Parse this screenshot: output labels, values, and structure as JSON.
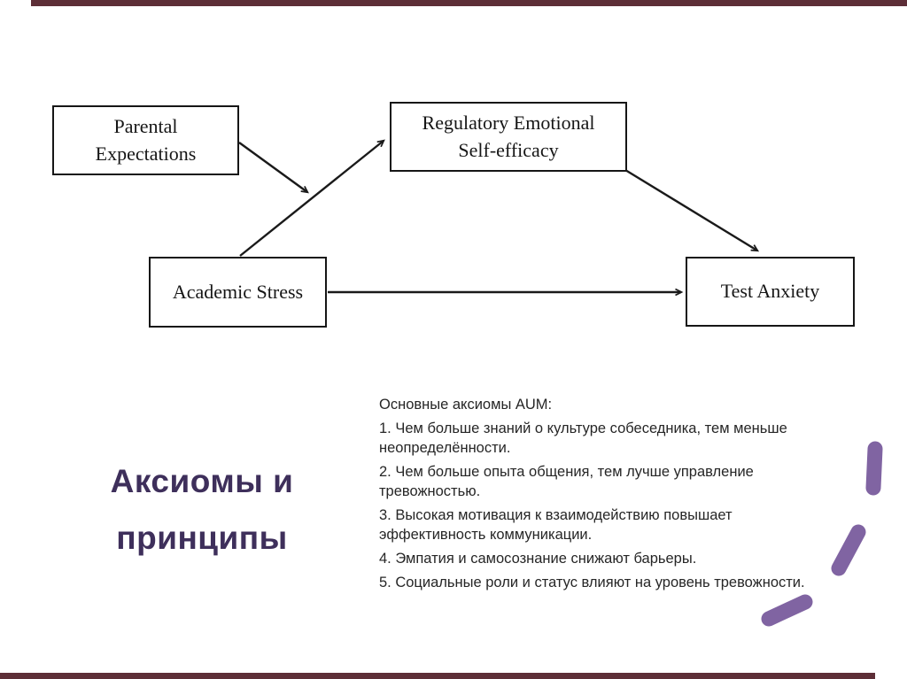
{
  "slide": {
    "background_color": "#ffffff",
    "accent_bar_color": "#5d2e37"
  },
  "diagram": {
    "boxes": {
      "parental": {
        "label": "Parental Expectations"
      },
      "regulatory": {
        "label": "Regulatory Emotional Self-efficacy"
      },
      "academic": {
        "label": "Academic Stress"
      },
      "test": {
        "label": "Test Anxiety"
      }
    },
    "arrows": [
      {
        "from": "parental-expectations",
        "to": "academic-to-regulatory-path"
      },
      {
        "from": "academic-stress",
        "to": "regulatory-emotional-self-efficacy"
      },
      {
        "from": "academic-stress",
        "to": "test-anxiety"
      },
      {
        "from": "regulatory-emotional-self-efficacy",
        "to": "test-anxiety"
      }
    ],
    "line_color": "#1a1a1a"
  },
  "title": {
    "line1": "Аксиомы и",
    "line2": "принципы",
    "color": "#3e2f5b"
  },
  "content": {
    "heading": "Основные аксиомы AUM:",
    "items": [
      "1. Чем больше знаний о культуре собеседника, тем меньше\nнеопределённости.",
      "2. Чем больше опыта общения, тем лучше управление\nтревожностью.",
      "3. Высокая мотивация к взаимодействию повышает\nэффективность коммуникации.",
      "4. Эмпатия и самосознание снижают барьеры.",
      "5. Социальные роли и статус влияют на уровень тревожности."
    ]
  },
  "decoration": {
    "name": "purple-swoosh",
    "color": "#8064a2"
  }
}
